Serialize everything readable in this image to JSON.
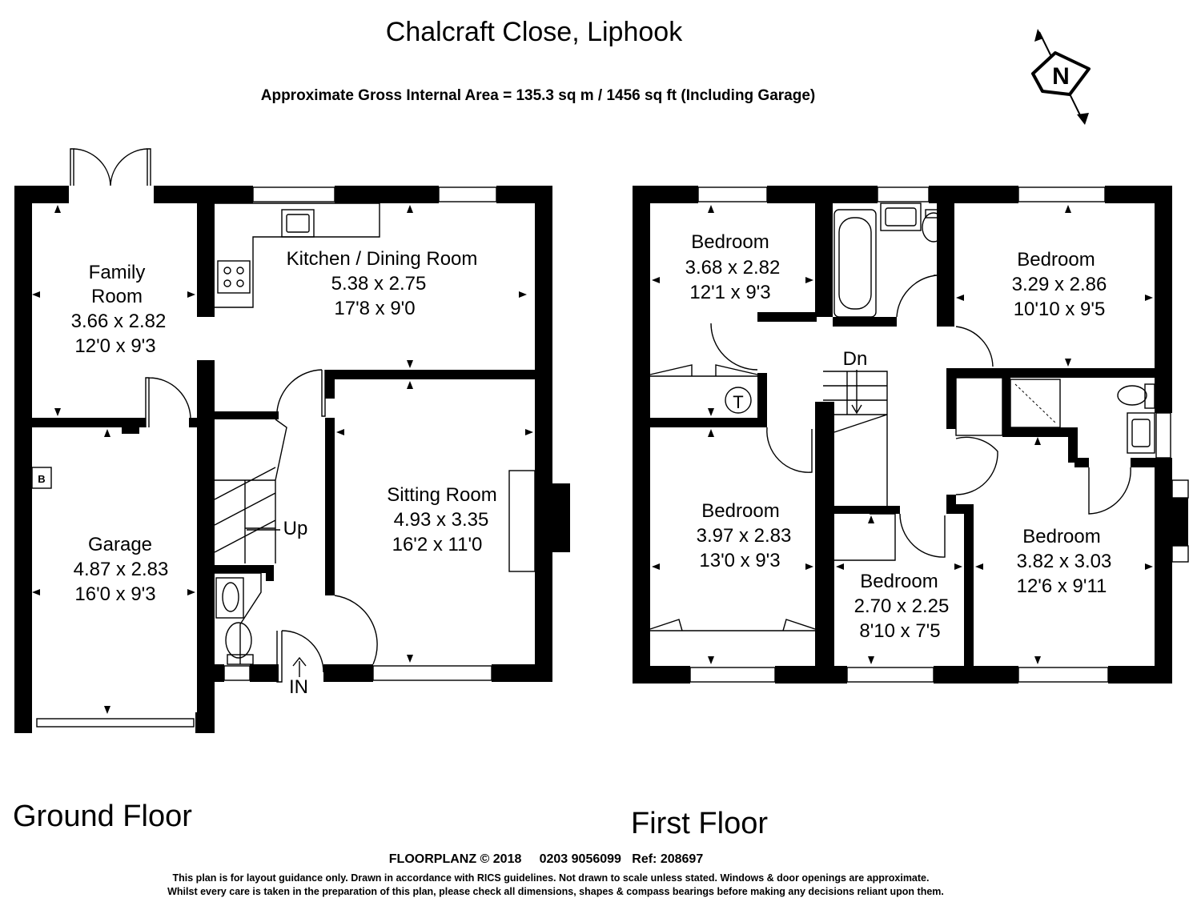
{
  "header": {
    "title": "Chalcraft Close, Liphook",
    "area": "Approximate Gross Internal Area = 135.3 sq m / 1456 sq ft (Including Garage)",
    "compass_letter": "N"
  },
  "ground_floor": {
    "label": "Ground Floor",
    "rooms": {
      "family": {
        "name_line1": "Family",
        "name_line2": "Room",
        "metric": "3.66 x 2.82",
        "imperial": "12'0 x 9'3"
      },
      "kitchen": {
        "name": "Kitchen / Dining Room",
        "metric": "5.38 x 2.75",
        "imperial": "17'8 x 9'0"
      },
      "sitting": {
        "name": "Sitting Room",
        "metric": "4.93 x 3.35",
        "imperial": "16'2 x 11'0"
      },
      "garage": {
        "name": "Garage",
        "metric": "4.87 x 2.83",
        "imperial": "16'0 x 9'3"
      }
    },
    "marks": {
      "up": "Up",
      "entrance": "IN",
      "boiler": "B"
    }
  },
  "first_floor": {
    "label": "First Floor",
    "rooms": {
      "bed1": {
        "name": "Bedroom",
        "metric": "3.68 x 2.82",
        "imperial": "12'1 x 9'3"
      },
      "bed2": {
        "name": "Bedroom",
        "metric": "3.29 x 2.86",
        "imperial": "10'10 x 9'5"
      },
      "bed3": {
        "name": "Bedroom",
        "metric": "3.97 x 2.83",
        "imperial": "13'0 x 9'3"
      },
      "bed4": {
        "name": "Bedroom",
        "metric": "2.70 x 2.25",
        "imperial": "8'10 x 7'5"
      },
      "bed5": {
        "name": "Bedroom",
        "metric": "3.82 x 3.03",
        "imperial": "12'6 x 9'11"
      }
    },
    "marks": {
      "down": "Dn",
      "tank": "T"
    }
  },
  "footer": {
    "credit": "FLOORPLANZ © 2018     0203 9056099   Ref: 208697",
    "disclaimer1": "This plan is for layout guidance only. Drawn in accordance with RICS guidelines. Not drawn to scale unless stated. Windows & door openings are approximate.",
    "disclaimer2": "Whilst every care is taken in the preparation of this plan, please check all dimensions, shapes & compass bearings before making any decisions reliant upon them."
  }
}
